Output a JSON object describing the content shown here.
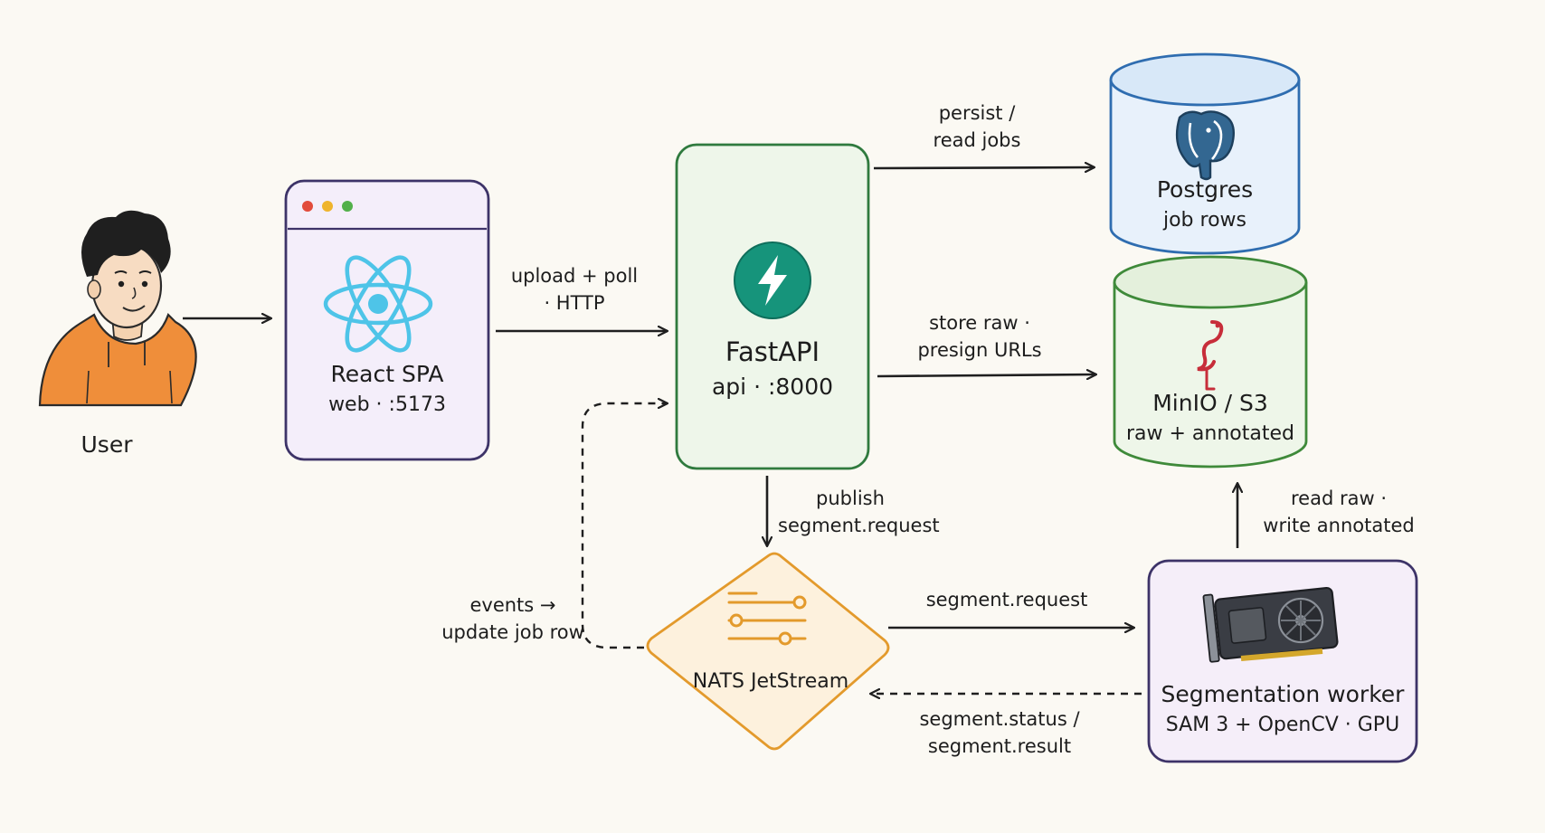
{
  "nodes": {
    "user": {
      "label": "User",
      "icon": "user-avatar-icon"
    },
    "react": {
      "title": "React SPA",
      "subtitle": "web · :5173",
      "icon": "react-icon",
      "color": "#3d3368",
      "fill": "#f4eefa"
    },
    "fastapi": {
      "title": "FastAPI",
      "subtitle": "api · :8000",
      "icon": "fastapi-bolt-icon",
      "color": "#2f7a3e",
      "fill": "#eef6ea"
    },
    "postgres": {
      "title": "Postgres",
      "subtitle": "job rows",
      "icon": "postgres-elephant-icon",
      "color": "#2f6db0",
      "fill": "#e8f1fb"
    },
    "minio": {
      "title": "MinIO / S3",
      "subtitle": "raw + annotated",
      "icon": "minio-flamingo-icon",
      "color": "#3f8a3a",
      "fill": "#eef6e9"
    },
    "nats": {
      "title": "NATS JetStream",
      "icon": "nats-sliders-icon",
      "color": "#e39a2c",
      "fill": "#fdf1dd"
    },
    "worker": {
      "title": "Segmentation worker",
      "subtitle": "SAM 3 + OpenCV · GPU",
      "icon": "gpu-card-icon",
      "color": "#3d3368",
      "fill": "#f5eef9"
    }
  },
  "edges": {
    "react_to_api": [
      "upload + poll",
      "· HTTP"
    ],
    "api_to_postgres": [
      "persist /",
      "read jobs"
    ],
    "api_to_minio": [
      "store raw ·",
      "presign URLs"
    ],
    "api_to_nats": [
      "publish",
      "segment.request"
    ],
    "nats_to_api": [
      "events →",
      "update job row"
    ],
    "nats_to_worker": [
      "segment.request"
    ],
    "worker_to_nats": [
      "segment.status /",
      "segment.result"
    ],
    "worker_to_minio": [
      "read raw ·",
      "write annotated"
    ]
  }
}
